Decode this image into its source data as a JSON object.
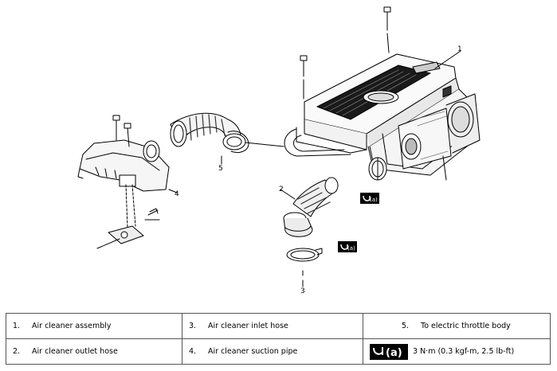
{
  "figure": {
    "callouts": [
      "1",
      "2",
      "3",
      "4",
      "5"
    ],
    "torque_marker": "(a)"
  },
  "legend": {
    "rows": [
      [
        {
          "num": "1.",
          "text": "Air cleaner assembly"
        },
        {
          "num": "3.",
          "text": "Air cleaner inlet hose"
        },
        {
          "num": "5.",
          "text": "To electric throttle body"
        }
      ],
      [
        {
          "num": "2.",
          "text": "Air cleaner outlet hose"
        },
        {
          "num": "4.",
          "text": "Air cleaner suction pipe"
        },
        {
          "icon": "torque-wrench-icon",
          "marker": "(a)",
          "text": "3 N·m (0.3 kgf-m, 2.5 lb-ft)"
        }
      ]
    ]
  }
}
